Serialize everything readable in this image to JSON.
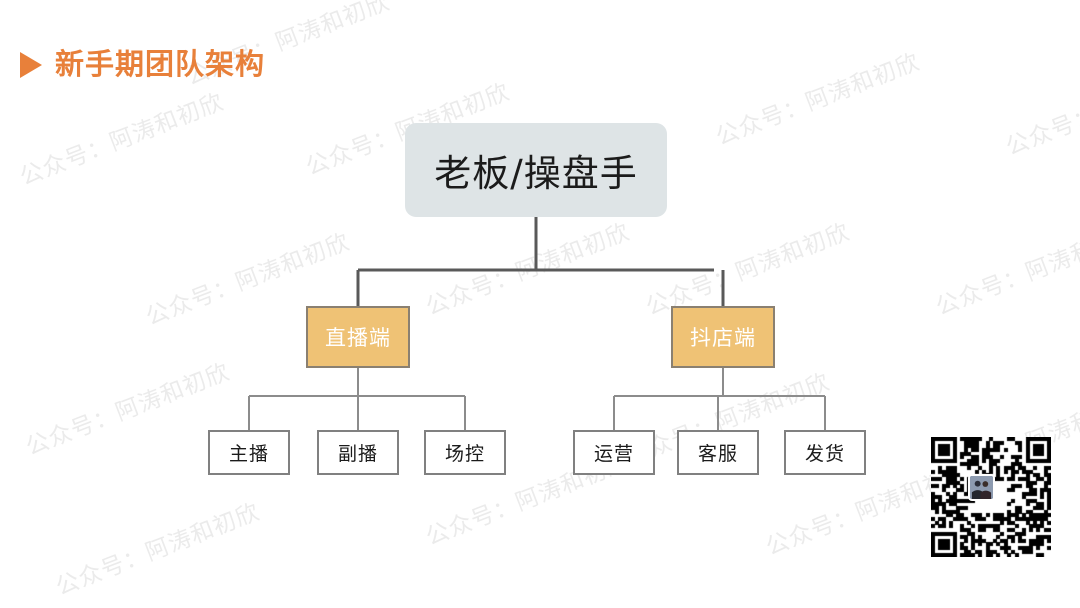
{
  "title": {
    "text": "新手期团队架构",
    "bullet_icon": "triangle-right-icon",
    "color": "#e8803a"
  },
  "watermark": {
    "text": "公众号：阿涛和初欣",
    "color": "#ebebeb",
    "angle_deg": -21
  },
  "colors": {
    "root_fill": "#dee4e6",
    "branch_fill": "#efc275",
    "branch_border": "#8a8071",
    "leaf_fill": "#ffffff",
    "leaf_border": "#808080",
    "connector_top": "#595959",
    "connector_bottom": "#8c8c8c",
    "accent": "#e8803a",
    "text_dark": "#1b1b1b",
    "text_light": "#ffffff"
  },
  "org_chart": {
    "root": {
      "label": "老板/操盘手"
    },
    "branches": [
      {
        "label": "直播端",
        "children": [
          {
            "label": "主播"
          },
          {
            "label": "副播"
          },
          {
            "label": "场控"
          }
        ]
      },
      {
        "label": "抖店端",
        "children": [
          {
            "label": "运营"
          },
          {
            "label": "客服"
          },
          {
            "label": "发货"
          }
        ]
      }
    ]
  },
  "qr_code": {
    "name": "wechat-qr-code",
    "avatar_name": "qr-center-avatar"
  }
}
